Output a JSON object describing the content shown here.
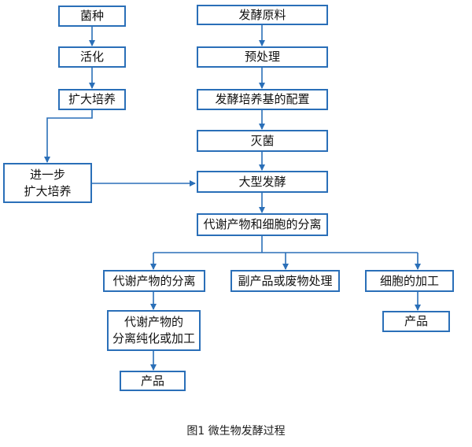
{
  "nodes": {
    "strain": "菌种",
    "activation": "活化",
    "expansion": "扩大培养",
    "further_expansion_line1": "进一步",
    "further_expansion_line2": "扩大培养",
    "raw_materials": "发酵原料",
    "pretreatment": "预处理",
    "medium_prep": "发酵培养基的配置",
    "sterilization": "灭菌",
    "large_fermentation": "大型发酵",
    "separation": "代谢产物和细胞的分离",
    "metabolite_separation": "代谢产物的分离",
    "byproduct_treatment": "副产品或废物处理",
    "cell_processing": "细胞的加工",
    "purification_line1": "代谢产物的",
    "purification_line2": "分离纯化或加工",
    "product_left": "产品",
    "product_right": "产品"
  },
  "caption": "图1 微生物发酵过程",
  "colors": {
    "line": "#2a6fb8",
    "text": "#111111"
  }
}
